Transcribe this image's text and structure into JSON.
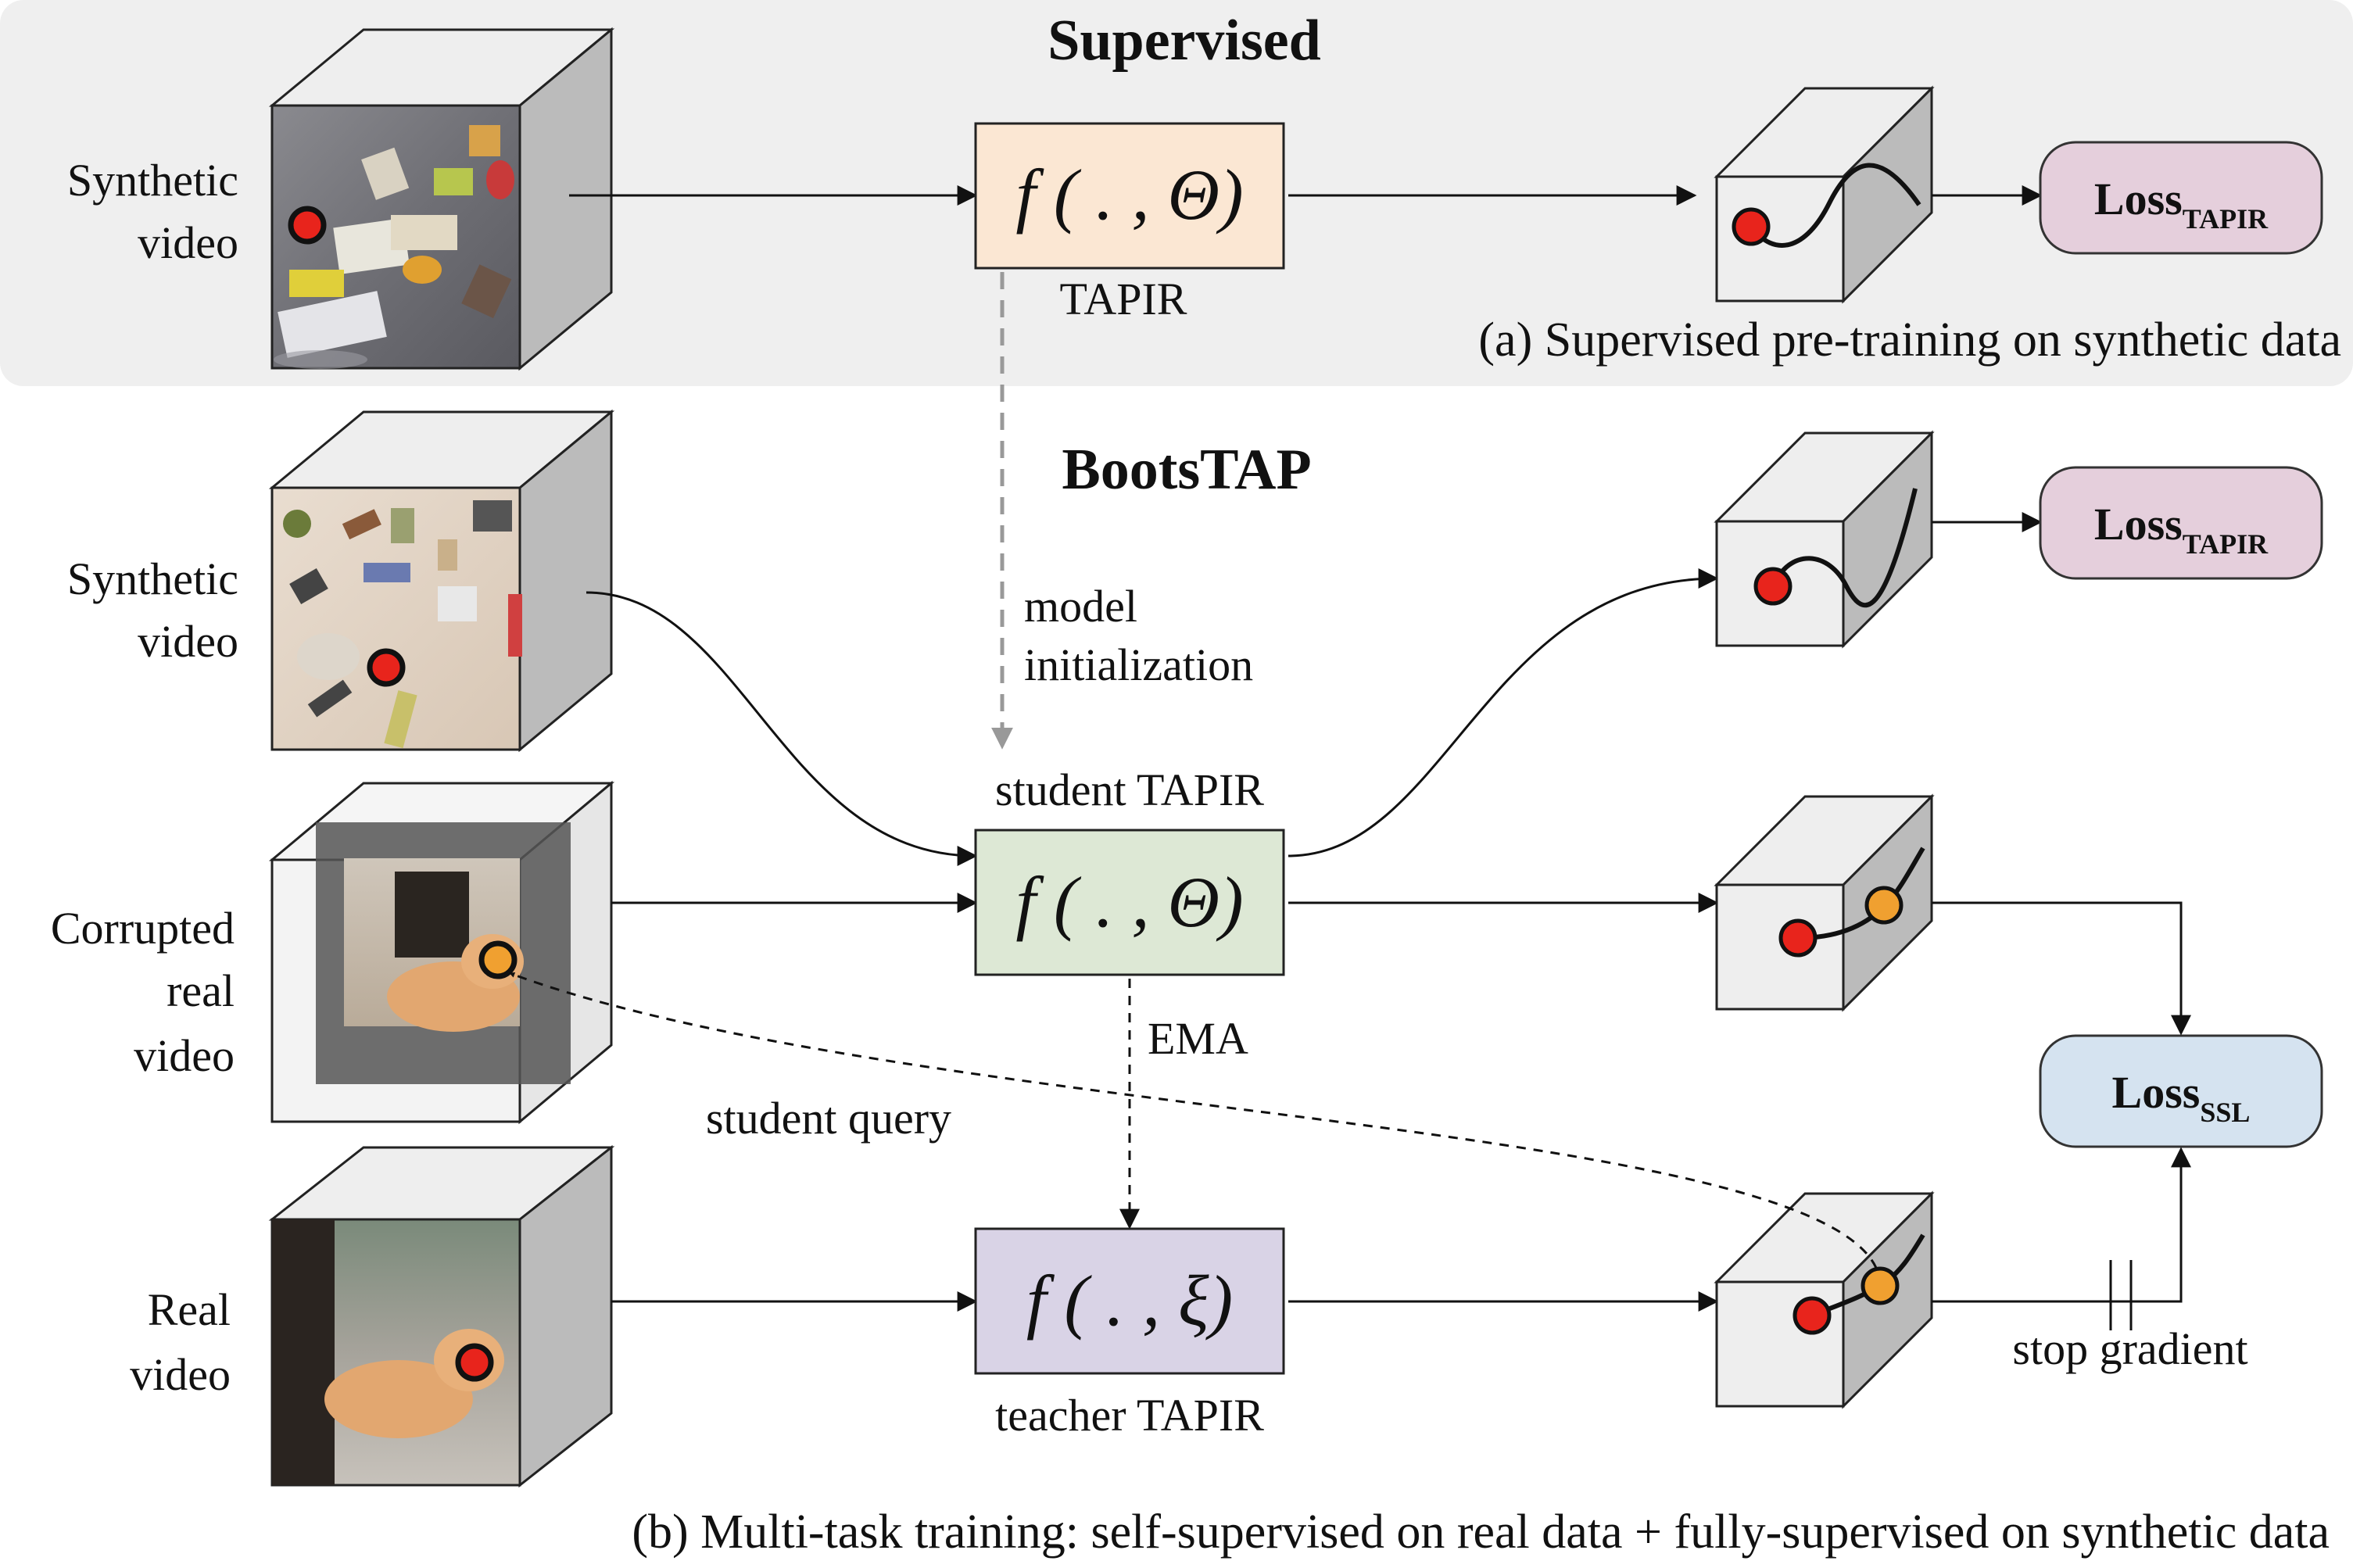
{
  "section_a": {
    "heading": "Supervised",
    "caption": "(a)  Supervised pre-training on synthetic data",
    "input_label_line1": "Synthetic",
    "input_label_line2": "video",
    "model_formula": "f ( . , Θ)",
    "model_label": "TAPIR",
    "loss_main": "Loss",
    "loss_sub": "TAPIR"
  },
  "section_b": {
    "heading": "BootsTAP",
    "caption": "(b)  Multi-task training: self-supervised on real data + fully-supervised on synthetic data",
    "synthetic_label_line1": "Synthetic",
    "synthetic_label_line2": "video",
    "corrupted_label_line1": "Corrupted",
    "corrupted_label_line2": "real",
    "corrupted_label_line3": "video",
    "real_label_line1": "Real",
    "real_label_line2": "video",
    "init_label_line1": "model",
    "init_label_line2": "initialization",
    "student_label": "student TAPIR",
    "student_formula": "f ( . , Θ)",
    "ema_label": "EMA",
    "teacher_formula": "f ( . , ξ)",
    "teacher_label": "teacher TAPIR",
    "student_query_label": "student query",
    "stop_gradient_label": "stop gradient",
    "loss_tapir_main": "Loss",
    "loss_tapir_sub": "TAPIR",
    "loss_ssl_main": "Loss",
    "loss_ssl_sub": "SSL"
  },
  "colors": {
    "panel_bg": "#efefef",
    "tapir_box": "#fbe7d3",
    "student_box": "#dde8d5",
    "teacher_box": "#d9d3e6",
    "loss_tapir_box": "#e5cfdc",
    "loss_ssl_box": "#d5e3f0",
    "query_point_red": "#e8241c",
    "query_point_orange": "#f0a030",
    "cube_face": "#eeeeee",
    "cube_side": "#bbbbbb"
  }
}
